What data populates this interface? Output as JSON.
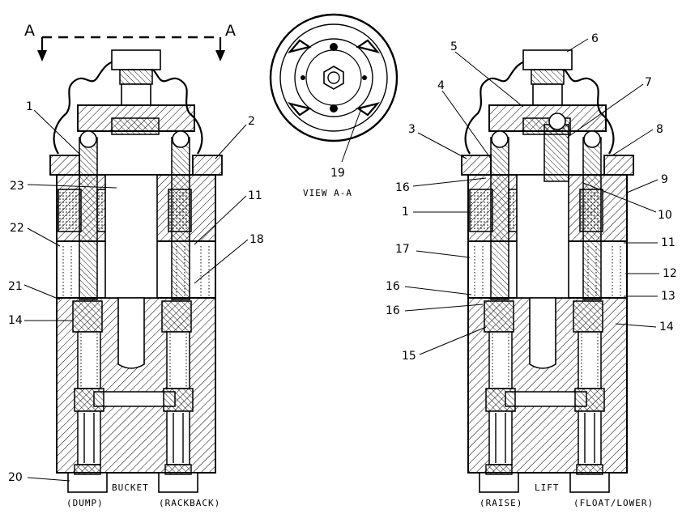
{
  "section_marks": [
    "A",
    "A"
  ],
  "view_caption": "VIEW A-A",
  "left_valve": {
    "callouts": [
      "1",
      "2",
      "23",
      "11",
      "22",
      "18",
      "21",
      "14",
      "20"
    ],
    "name": "BUCKET",
    "port_left": "(DUMP)",
    "port_right": "(RACKBACK)"
  },
  "top_view": {
    "callouts": [
      "19"
    ]
  },
  "right_valve": {
    "callouts": [
      "6",
      "5",
      "4",
      "7",
      "3",
      "8",
      "16",
      "9",
      "1",
      "10",
      "17",
      "11",
      "12",
      "16",
      "13",
      "16",
      "14",
      "15"
    ],
    "name": "LIFT",
    "port_left": "(RAISE)",
    "port_right": "(FLOAT/LOWER)"
  }
}
